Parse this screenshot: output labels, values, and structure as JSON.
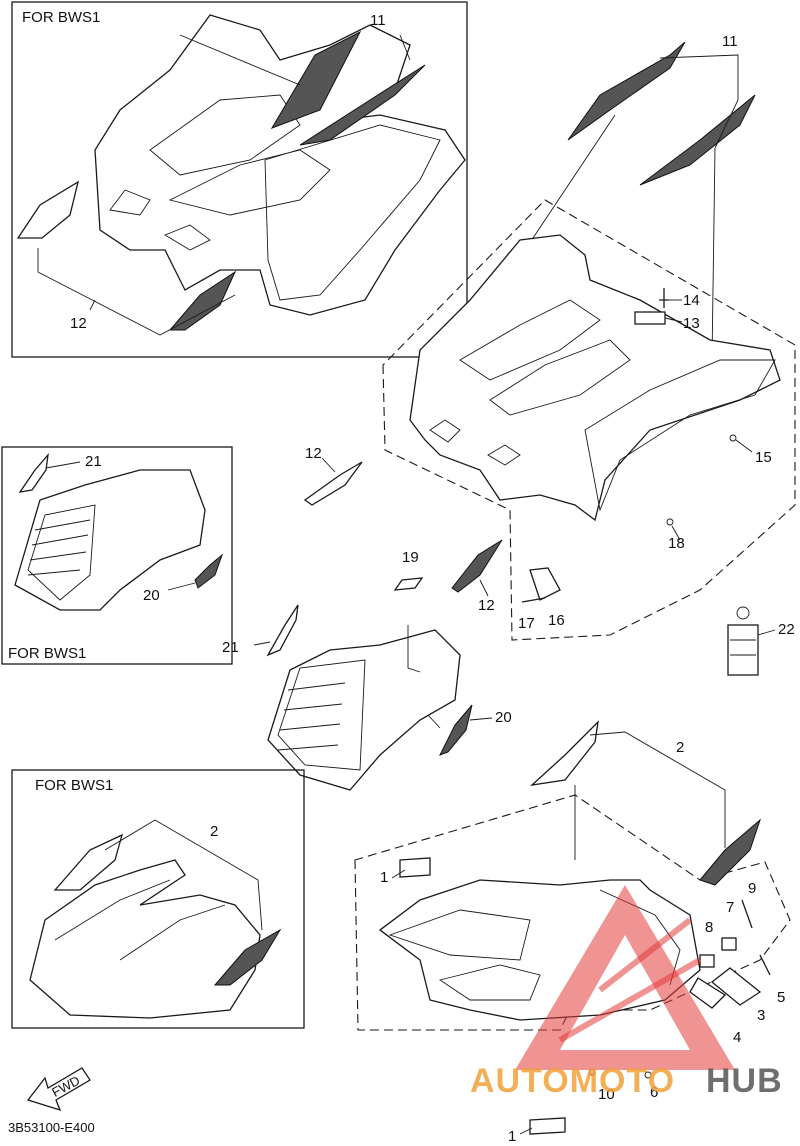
{
  "box_labels": {
    "top_left": "FOR BWS1",
    "mid_left": "FOR BWS1",
    "bottom_left": "FOR BWS1"
  },
  "callouts": {
    "c11a": "11",
    "c11b": "11",
    "c12a": "12",
    "c12b": "12",
    "c12c": "12",
    "c13": "13",
    "c14": "14",
    "c15": "15",
    "c16": "16",
    "c17": "17",
    "c18": "18",
    "c19": "19",
    "c20a": "20",
    "c20b": "20",
    "c21a": "21",
    "c21b": "21",
    "c22": "22",
    "c2a": "2",
    "c2b": "2",
    "c1a": "1",
    "c1b": "1",
    "c3": "3",
    "c4": "4",
    "c5": "5",
    "c6": "6",
    "c7": "7",
    "c8": "8",
    "c9": "9",
    "c10": "10"
  },
  "fwd_arrow": "FWD",
  "diagram_code": "3B53100-E400",
  "watermark": {
    "part1": "AUTOMOTO",
    "part2": "HUB",
    "accent": "#e23b3b",
    "color1": "#f2a23a",
    "color2": "#555555"
  }
}
